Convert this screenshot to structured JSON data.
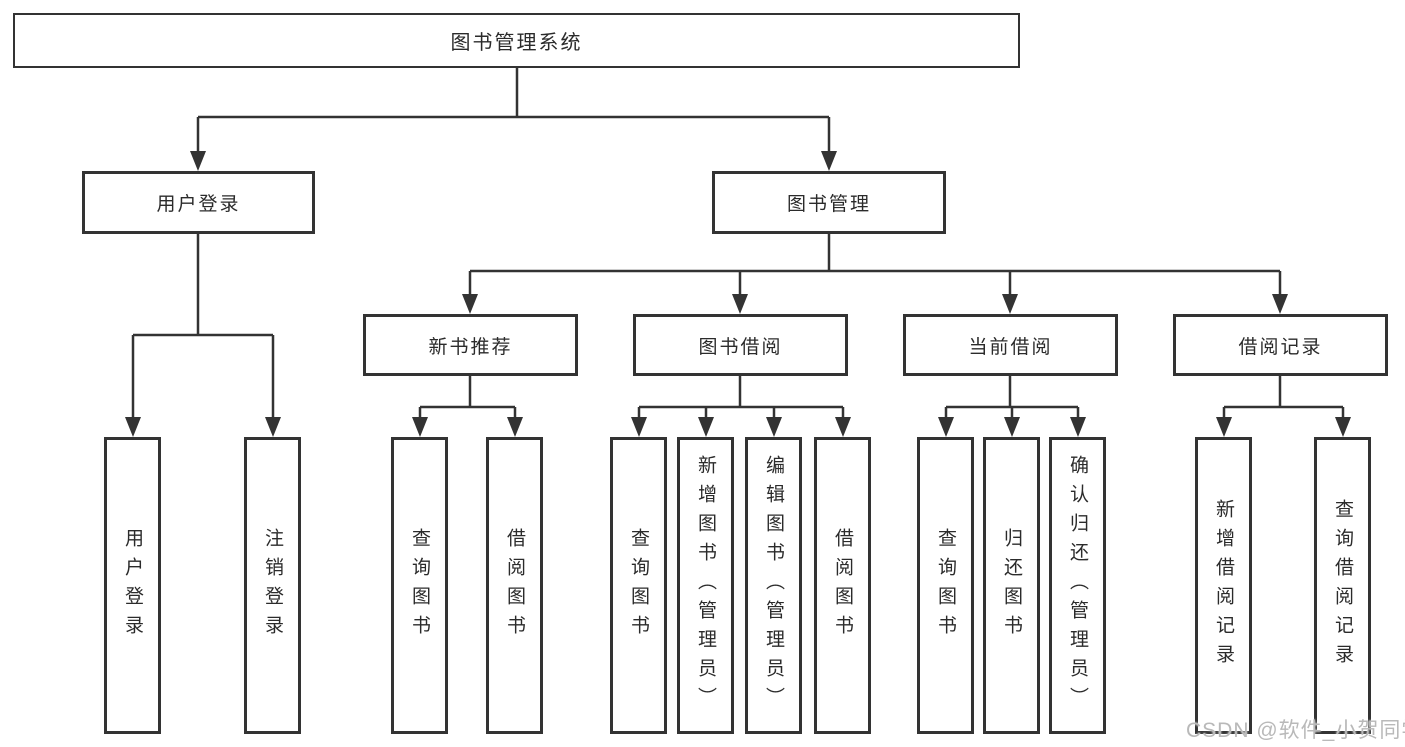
{
  "colors": {
    "background": "#ffffff",
    "line": "#333333",
    "box_border": "#333333",
    "text": "#2b2b2b",
    "watermark": "#b9b9b9"
  },
  "tree": {
    "root": {
      "label": "图书管理系统"
    },
    "branches": [
      {
        "label": "用户登录",
        "leaves": [
          {
            "label": "用户登录"
          },
          {
            "label": "注销登录"
          }
        ]
      },
      {
        "label": "图书管理",
        "groups": [
          {
            "label": "新书推荐",
            "leaves": [
              {
                "label": "查询图书"
              },
              {
                "label": "借阅图书"
              }
            ]
          },
          {
            "label": "图书借阅",
            "leaves": [
              {
                "label": "查询图书"
              },
              {
                "label": "新增图书（管理员）"
              },
              {
                "label": "编辑图书（管理员）"
              },
              {
                "label": "借阅图书"
              }
            ]
          },
          {
            "label": "当前借阅",
            "leaves": [
              {
                "label": "查询图书"
              },
              {
                "label": "归还图书"
              },
              {
                "label": "确认归还（管理员）"
              }
            ]
          },
          {
            "label": "借阅记录",
            "leaves": [
              {
                "label": "新增借阅记录"
              },
              {
                "label": "查询借阅记录"
              }
            ]
          }
        ]
      }
    ]
  },
  "watermark": {
    "text": "CSDN @软件_小贺同学"
  }
}
